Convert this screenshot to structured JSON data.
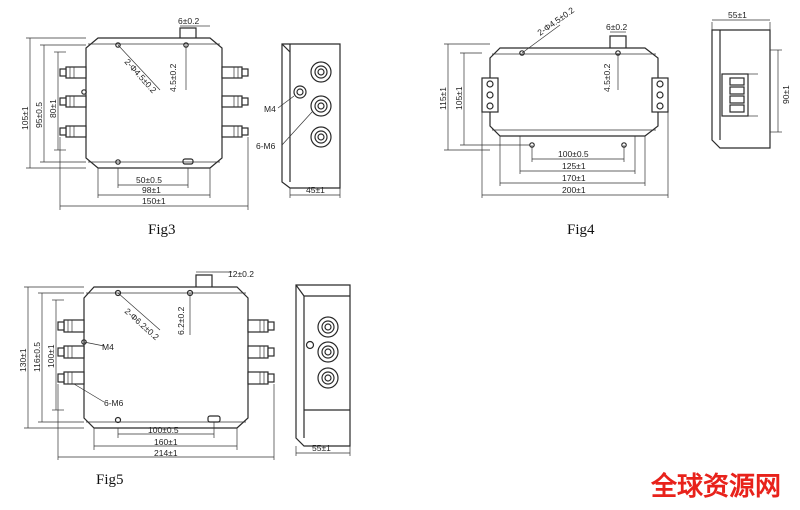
{
  "fig3": {
    "caption": "Fig3",
    "dims": {
      "d6": "6±0.2",
      "holes": "2-Φ4.5±0.2",
      "d45": "4.5±0.2",
      "h105": "105±1",
      "h95": "95±0.5",
      "h80": "80±1",
      "w50": "50±0.5",
      "w98": "98±1",
      "w150": "150±1",
      "m4": "M4",
      "m6": "6-M6",
      "w45": "45±1"
    }
  },
  "fig4": {
    "caption": "Fig4",
    "dims": {
      "holes": "2-Φ4.5±0.2",
      "d6": "6±0.2",
      "d45": "4.5±0.2",
      "h115": "115±1",
      "h105": "105±1",
      "w100": "100±0.5",
      "w125": "125±1",
      "w170": "170±1",
      "w200": "200±1",
      "w55": "55±1",
      "h90": "90±1"
    }
  },
  "fig5": {
    "caption": "Fig5",
    "dims": {
      "d12": "12±0.2",
      "holes": "2-Φ6.2±0.2",
      "d62": "6.2±0.2",
      "h130": "130±1",
      "h116": "116±0.5",
      "h100": "100±1",
      "m4": "M4",
      "m6": "6-M6",
      "w100": "100±0.5",
      "w160": "160±1",
      "w214": "214±1",
      "w55": "55±1"
    }
  },
  "watermark": "全球资源网"
}
